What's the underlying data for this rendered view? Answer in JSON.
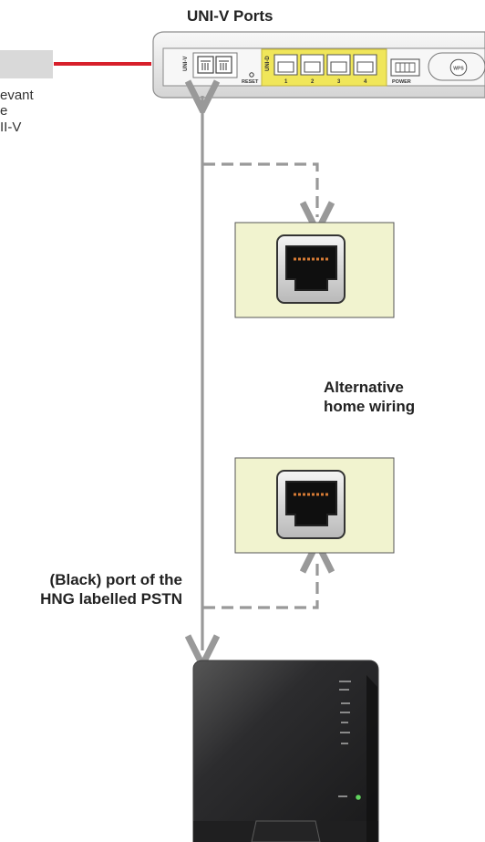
{
  "labels": {
    "ports_title": "UNI-V Ports",
    "alternative_wiring": [
      "Alternative",
      "home wiring"
    ],
    "pstn_label": [
      "(Black) port of the",
      "HNG labelled PSTN"
    ],
    "partial_note": [
      "evant",
      "e",
      "II-V"
    ]
  },
  "device_labels": {
    "uni_v_vertical": "UNI-V",
    "reset": "RESET",
    "uni_d_vertical": "UNI-D",
    "ports": [
      "1",
      "2",
      "3",
      "4"
    ],
    "power": "POWER"
  },
  "colors": {
    "connection_line": "#d71f2a",
    "wiring_line": "#999999",
    "wall_socket_panel": "#f1f3cf",
    "uni_d_highlight": "#f0e65a",
    "hng_body": "#2f3032",
    "status_light": "#61d35f"
  }
}
